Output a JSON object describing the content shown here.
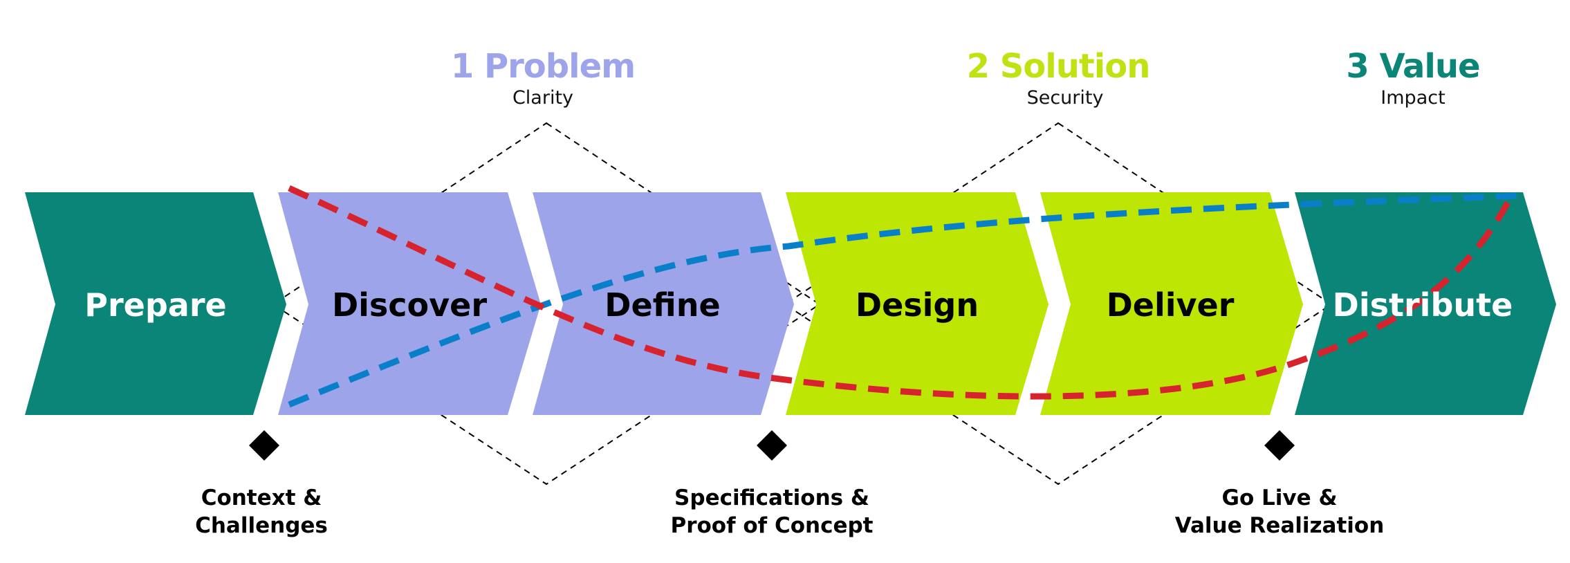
{
  "colors": {
    "teal": "#0b8577",
    "lavender": "#9ea4ea",
    "lime": "#bee605",
    "red_line": "#d6232d",
    "blue_line": "#0a7fc9",
    "black": "#000000"
  },
  "phases": [
    {
      "title": "1 Problem",
      "subtitle": "Clarity",
      "color": "#9ea4ea"
    },
    {
      "title": "2 Solution",
      "subtitle": "Security",
      "color": "#bfe312"
    },
    {
      "title": "3 Value",
      "subtitle": "Impact",
      "color": "#0b8577"
    }
  ],
  "steps": [
    {
      "label": "Prepare",
      "fill": "#0b8577",
      "text_color": "#ffffff"
    },
    {
      "label": "Discover",
      "fill": "#9ea4ea",
      "text_color": "#000000"
    },
    {
      "label": "Define",
      "fill": "#9ea4ea",
      "text_color": "#000000"
    },
    {
      "label": "Design",
      "fill": "#bee605",
      "text_color": "#000000"
    },
    {
      "label": "Deliver",
      "fill": "#bee605",
      "text_color": "#000000"
    },
    {
      "label": "Distribute",
      "fill": "#0b8577",
      "text_color": "#ffffff"
    }
  ],
  "milestones": [
    {
      "line1": "Context &",
      "line2": "Challenges"
    },
    {
      "line1": "Specifications &",
      "line2": "Proof of Concept"
    },
    {
      "line1": "Go Live &",
      "line2": "Value Realization"
    }
  ]
}
